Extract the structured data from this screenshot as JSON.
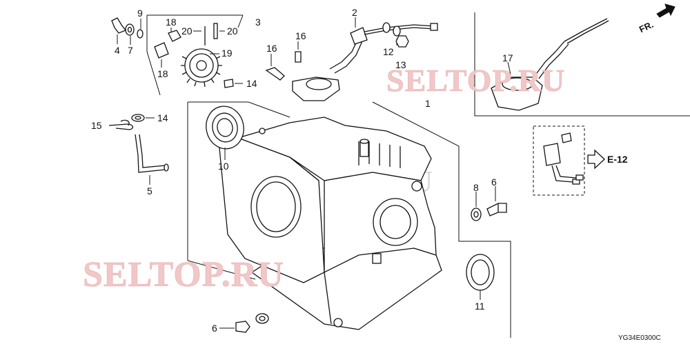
{
  "callouts": {
    "c1": "1",
    "c2": "2",
    "c3": "3",
    "c4": "4",
    "c5": "5",
    "c6a": "6",
    "c6b": "6",
    "c7": "7",
    "c8": "8",
    "c9": "9",
    "c10": "10",
    "c11": "11",
    "c12": "12",
    "c13": "13",
    "c14a": "14",
    "c14b": "14",
    "c15": "15",
    "c16a": "16",
    "c16b": "16",
    "c17": "17",
    "c18a": "18",
    "c18b": "18",
    "c19": "19",
    "c20a": "20",
    "c20b": "20"
  },
  "reference_label": "E-12",
  "direction_label": "FR.",
  "watermark": "SELTOP.RU",
  "document_code": "YG34E0300C"
}
